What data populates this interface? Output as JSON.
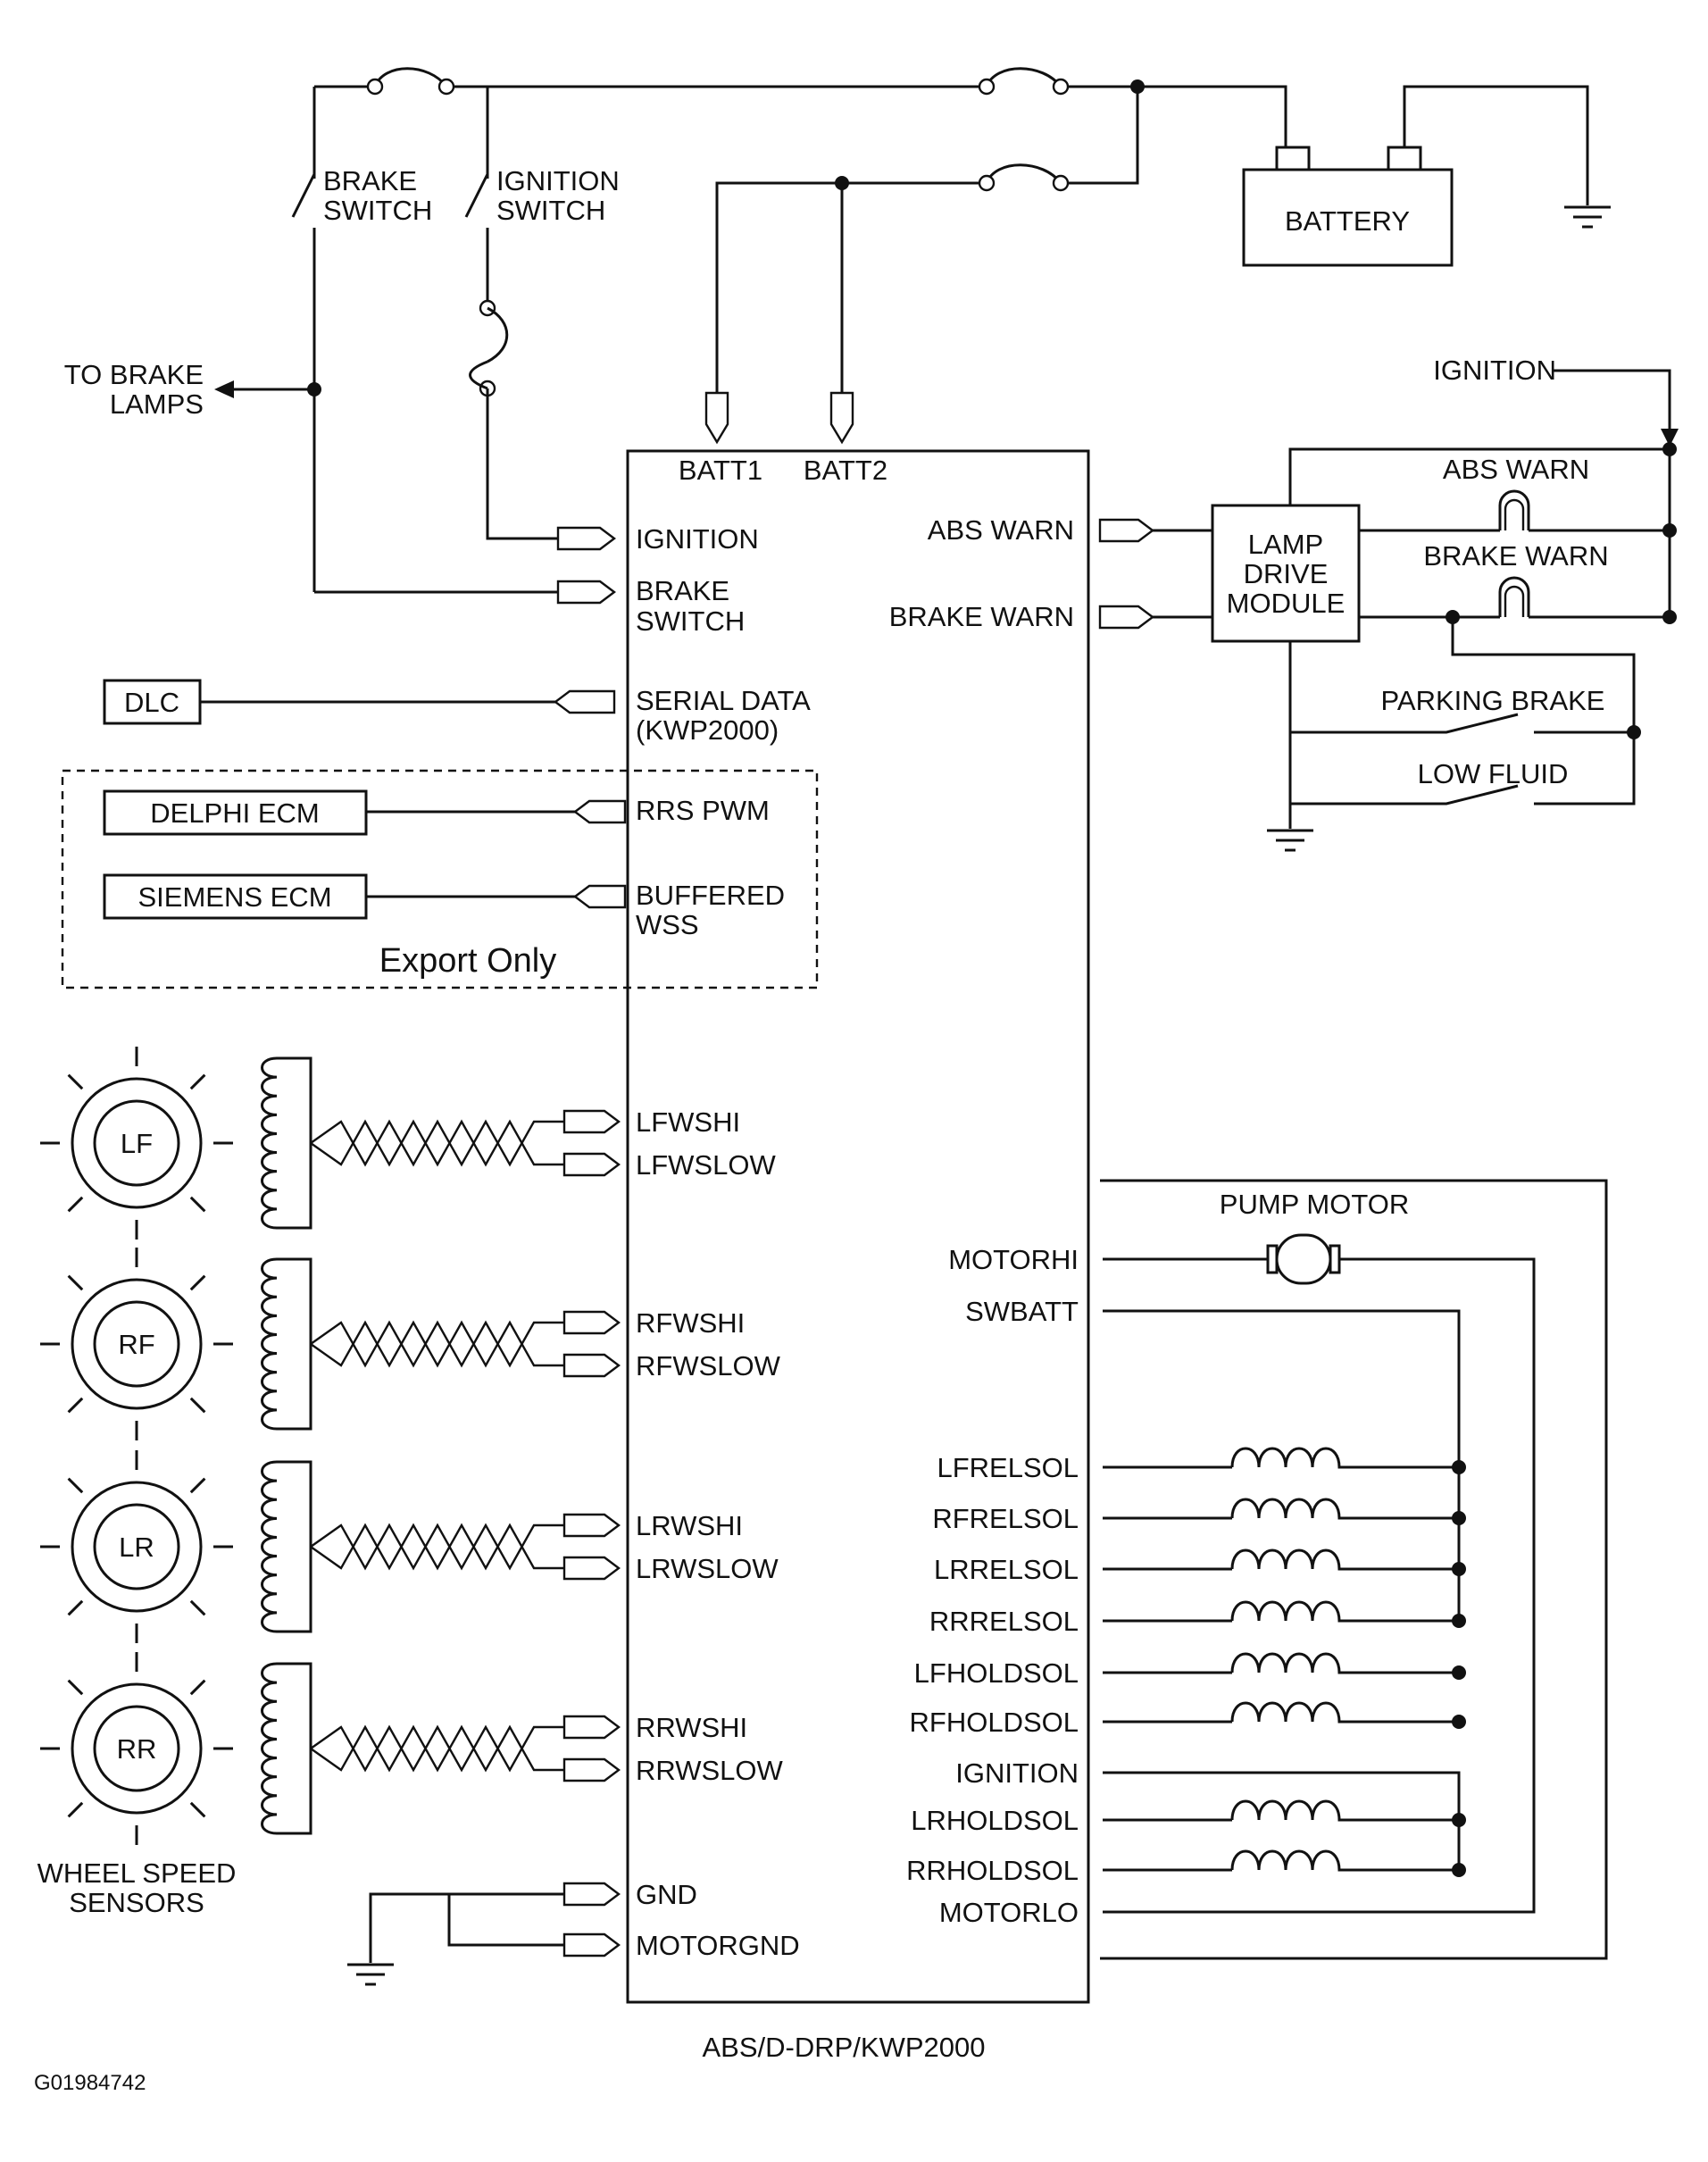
{
  "labels": {
    "brake_switch": [
      "BRAKE",
      "SWITCH"
    ],
    "ignition_switch": [
      "IGNITION",
      "SWITCH"
    ],
    "battery": "BATTERY",
    "to_brake_lamps": [
      "TO BRAKE",
      "LAMPS"
    ],
    "ignition_top": "IGNITION",
    "batt1": "BATT1",
    "batt2": "BATT2",
    "ignition_in": "IGNITION",
    "brake_switch_in": [
      "BRAKE",
      "SWITCH"
    ],
    "dlc": "DLC",
    "serial_data": [
      "SERIAL DATA",
      "(KWP2000)"
    ],
    "delphi_ecm": "DELPHI ECM",
    "rrs_pwm": "RRS PWM",
    "siemens_ecm": "SIEMENS ECM",
    "buffered_wss": [
      "BUFFERED",
      "WSS"
    ],
    "export_only": "Export Only",
    "abs_warn_out": "ABS WARN",
    "brake_warn_out": "BRAKE WARN",
    "lamp_drive_module": [
      "LAMP",
      "DRIVE",
      "MODULE"
    ],
    "abs_warn_lamp": "ABS WARN",
    "brake_warn_lamp": "BRAKE WARN",
    "parking_brake": "PARKING BRAKE",
    "low_fluid": "LOW FLUID",
    "pump_motor": "PUMP MOTOR",
    "module_name": "ABS/D-DRP/KWP2000",
    "figure_id": "G01984742",
    "wheel_speed_sensors": [
      "WHEEL SPEED",
      "SENSORS"
    ]
  },
  "wheels": [
    {
      "name": "LF",
      "hi": "LFWSHI",
      "low": "LFWSLOW"
    },
    {
      "name": "RF",
      "hi": "RFWSHI",
      "low": "RFWSLOW"
    },
    {
      "name": "LR",
      "hi": "LRWSHI",
      "low": "LRWSLOW"
    },
    {
      "name": "RR",
      "hi": "RRWSHI",
      "low": "RRWSLOW"
    }
  ],
  "right_pins": [
    "MOTORHI",
    "SWBATT",
    "LFRELSOL",
    "RFRELSOL",
    "LRRELSOL",
    "RRRELSOL",
    "LFHOLDSOL",
    "RFHOLDSOL",
    "IGNITION",
    "LRHOLDSOL",
    "RRHOLDSOL",
    "MOTORLO"
  ],
  "ground_pins": [
    "GND",
    "MOTORGND"
  ]
}
